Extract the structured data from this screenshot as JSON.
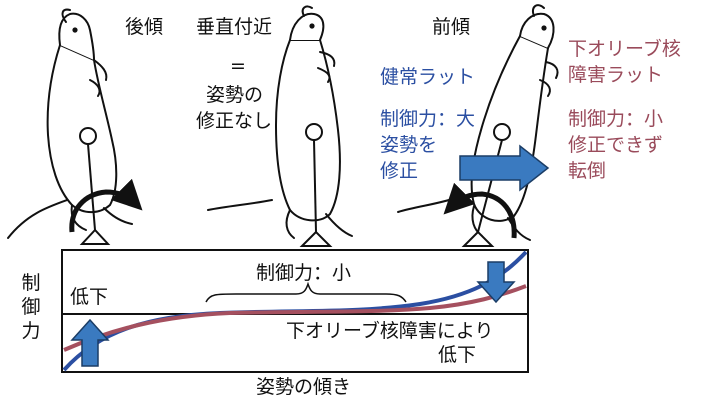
{
  "postures": {
    "backward": "後傾",
    "near_vertical": "垂直付近",
    "forward": "前傾"
  },
  "middle_note": {
    "equals": "=",
    "line1": "姿勢の",
    "line2": "修正なし"
  },
  "normal_rat": {
    "title": "健常ラット",
    "effect_line1": "制御力：大",
    "effect_line2": "姿勢を",
    "effect_line3": "修正"
  },
  "lesion_rat": {
    "title_line1": "下オリーブ核",
    "title_line2": "障害ラット",
    "effect_line1": "制御力：小",
    "effect_line2": "修正できず",
    "effect_line3": "転倒"
  },
  "graph": {
    "ylabel": "制御力",
    "xlabel": "姿勢の傾き",
    "decrease_label": "低下",
    "small_force_label": "制御力：小",
    "lesion_note_line1": "下オリーブ核障害により",
    "lesion_note_line2": "低下"
  },
  "colors": {
    "normal_curve": "#2b4fa2",
    "lesion_curve": "#a5505f",
    "arrow_fill": "#3a7ac0",
    "ink": "#111111"
  },
  "icons": [
    "rat-icon",
    "rotation-arrow-icon",
    "push-arrow-icon",
    "up-arrow-icon",
    "down-arrow-icon"
  ]
}
